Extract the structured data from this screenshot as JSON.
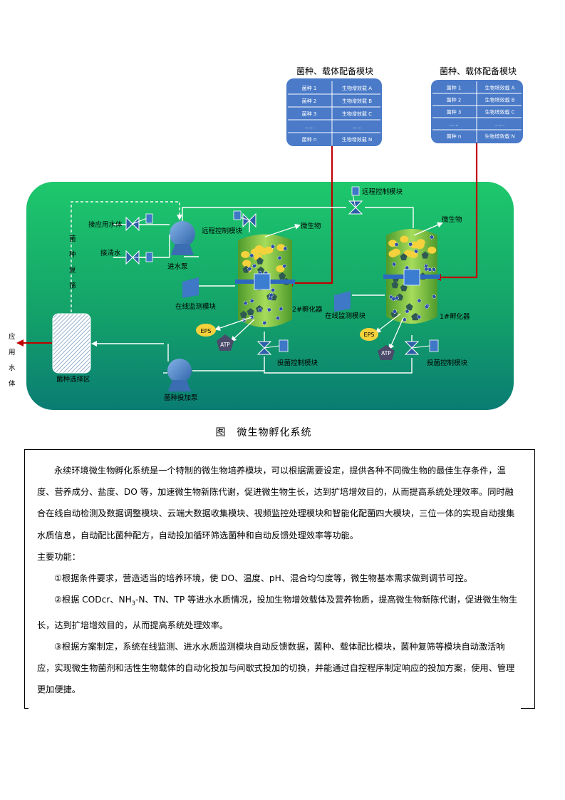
{
  "diagram": {
    "config_module_title": "菌种、载体配备模块",
    "config_table": [
      {
        "strain": "菌种 1",
        "carrier": "生物增效载 A"
      },
      {
        "strain": "菌种 2",
        "carrier": "生物增效载 B"
      },
      {
        "strain": "菌种 3",
        "carrier": "生物增效载 C"
      },
      {
        "strain": "......",
        "carrier": "......"
      },
      {
        "strain": "菌种 n",
        "carrier": "生物增效载 N"
      }
    ],
    "remote_control_top": "远程控制模块",
    "remote_control_2": "远程控制模块",
    "reuse_water": "接应用水体",
    "clean_water": "接清水",
    "inlet_pump": "进水泵",
    "microbe_2": "微生物",
    "microbe_1": "微生物",
    "online_monitor_2": "在线监测模块",
    "online_monitor_1": "在线监测模块",
    "incubator_2": "2#孵化器",
    "incubator_1": "1#孵化器",
    "eps": "EPS",
    "atp": "ATP",
    "dosing_control_2": "投菌控制模块",
    "dosing_control_1": "投菌控制模块",
    "strain_rescreen": [
      "菌",
      "种",
      "复",
      "筛"
    ],
    "strain_selection": "菌种选择区",
    "strain_dosing_pump": "菌种投加泵",
    "apply_to_water": [
      "应",
      "用",
      "水",
      "体"
    ],
    "colors": {
      "panel": "#17b06b",
      "arrow_red": "#c00000",
      "table": "#4a7ac8",
      "pump": "#4d83c8",
      "reactor": "#7bc142",
      "bubble": "#f5d23c"
    }
  },
  "caption": "图　微生物孵化系统",
  "text": {
    "paragraph1": "永续环境微生物孵化系统是一个特制的微生物培养模块，可以根据需要设定，提供各种不同微生物的最佳生存条件，温度、营养成分、盐度、DO 等，加速微生物新陈代谢，促进微生物生长，达到扩培增效目的，从而提高系统处理效率。同时融合在线自动检测及数据调整模块、云端大数据收集模块、视频监控处理模块和智能化配菌四大模块，三位一体的实现自动搜集水质信息，自动配比菌种配方，自动投加循环筛选菌种和自动反馈处理效率等功能。",
    "main_functions": "主要功能：",
    "item1": "①根据条件要求，营造适当的培养环境，使 DO、温度、pH、混合均匀度等，微生物基本需求做到调节可控。",
    "item2_a": "②根据 CODcr、NH",
    "item2_sub": "3",
    "item2_b": "-N、TN、TP 等进水水质情况，投加生物增效载体及营养物质，提高微生物新陈代谢，促进微生物生长，达到扩培增效目的，从而提高系统处理效率。",
    "item3": "③根据方案制定，系统在线监测、进水水质监测模块自动反馈数据，菌种、载体配比模块，菌种复筛等模块自动激活响应，实现微生物菌剂和活性生物载体的自动化投加与间歇式投加的切换，并能通过自控程序制定响应的投加方案，使用、管理更加便捷。"
  }
}
